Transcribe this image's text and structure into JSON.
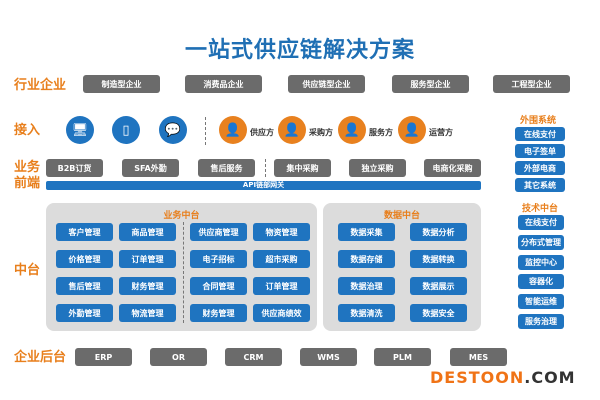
{
  "title": "一站式供应链解决方案",
  "rows": {
    "industry": "行业企业",
    "access": "接入",
    "frontend_1": "业务",
    "frontend_2": "前端",
    "middle": "中台",
    "backend": "企业后台"
  },
  "industry": [
    "制造型企业",
    "消费品企业",
    "供应链型企业",
    "服务型企业",
    "工程型企业"
  ],
  "access_roles": [
    "供应方",
    "采购方",
    "服务方",
    "运营方"
  ],
  "frontend": [
    "B2B订货",
    "SFA外勤",
    "售后服务",
    "集中采购",
    "独立采购",
    "电商化采购"
  ],
  "api_gateway": "API链部网关",
  "business_platform": {
    "title": "业务中台",
    "items": [
      "客户管理",
      "商品管理",
      "供应商管理",
      "物资管理",
      "价格管理",
      "订单管理",
      "电子招标",
      "超市采购",
      "售后管理",
      "财务管理",
      "合同管理",
      "订单管理",
      "外勤管理",
      "物流管理",
      "财务管理",
      "供应商绩效"
    ]
  },
  "data_platform": {
    "title": "数据中台",
    "items": [
      "数据采集",
      "数据分析",
      "数据存储",
      "数据转换",
      "数据治理",
      "数据展示",
      "数据清洗",
      "数据安全"
    ]
  },
  "external": {
    "title": "外围系统",
    "items": [
      "在线支付",
      "电子签单",
      "外部电商",
      "其它系统"
    ]
  },
  "tech": {
    "title": "技术中台",
    "items": [
      "在线支付",
      "分布式管理",
      "监控中心",
      "容器化",
      "智能运维",
      "服务治理"
    ]
  },
  "backend": [
    "ERP",
    "OR",
    "CRM",
    "WMS",
    "PLM",
    "MES"
  ],
  "logo": {
    "a": "DESTOON",
    "b": ".COM"
  }
}
